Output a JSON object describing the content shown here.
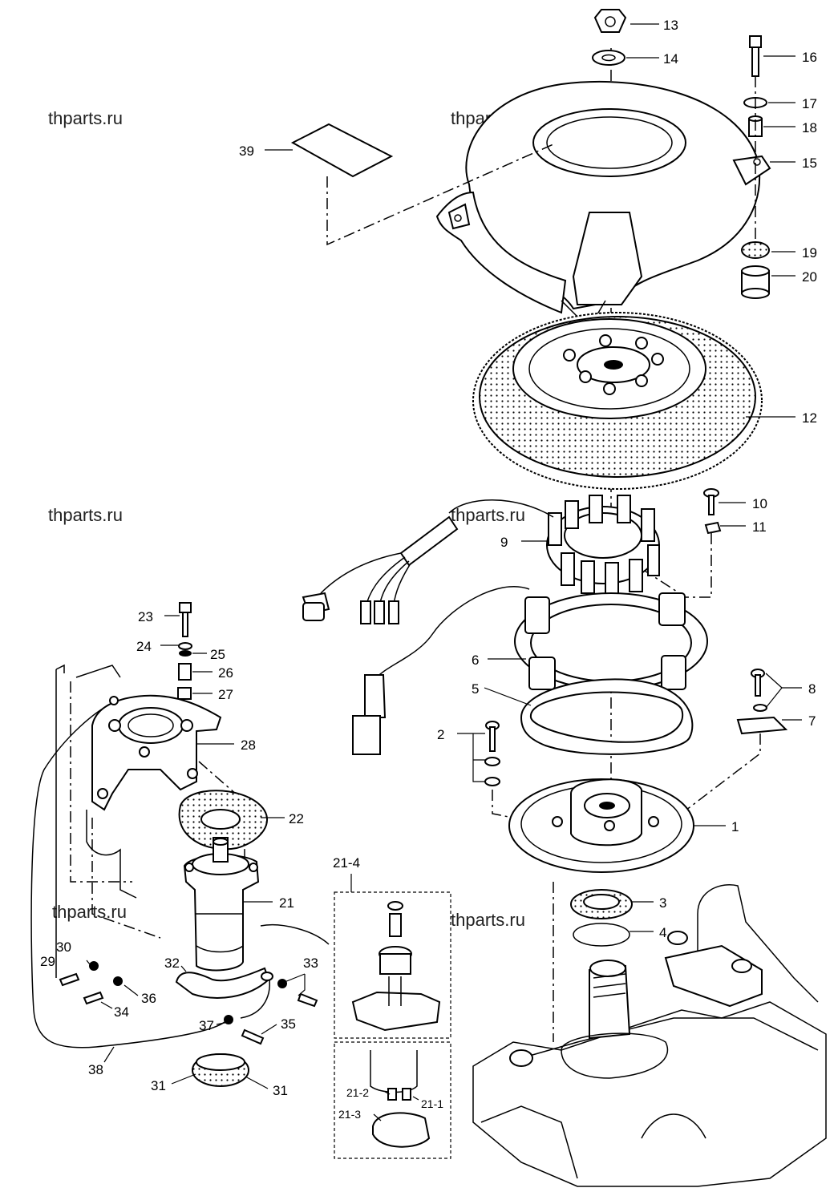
{
  "watermarks": [
    "thparts.ru",
    "thparts.ru",
    "thparts.ru",
    "thparts.ru",
    "thparts.ru",
    "thparts.ru"
  ],
  "callouts": {
    "p1": "1",
    "p2": "2",
    "p3": "3",
    "p4": "4",
    "p5": "5",
    "p6": "6",
    "p7": "7",
    "p8": "8",
    "p9": "9",
    "p10": "10",
    "p11": "11",
    "p12": "12",
    "p13": "13",
    "p14": "14",
    "p15": "15",
    "p16": "16",
    "p17": "17",
    "p18": "18",
    "p19": "19",
    "p20": "20",
    "p21": "21",
    "p22": "22",
    "p23": "23",
    "p24": "24",
    "p25": "25",
    "p26": "26",
    "p27": "27",
    "p28": "28",
    "p29": "29",
    "p30": "30",
    "p31a": "31",
    "p31b": "31",
    "p32": "32",
    "p33": "33",
    "p34": "34",
    "p35": "35",
    "p36": "36",
    "p37": "37",
    "p38": "38",
    "p39": "39",
    "p21_1": "21-1",
    "p21_2": "21-2",
    "p21_3": "21-3",
    "p21_4": "21-4"
  }
}
